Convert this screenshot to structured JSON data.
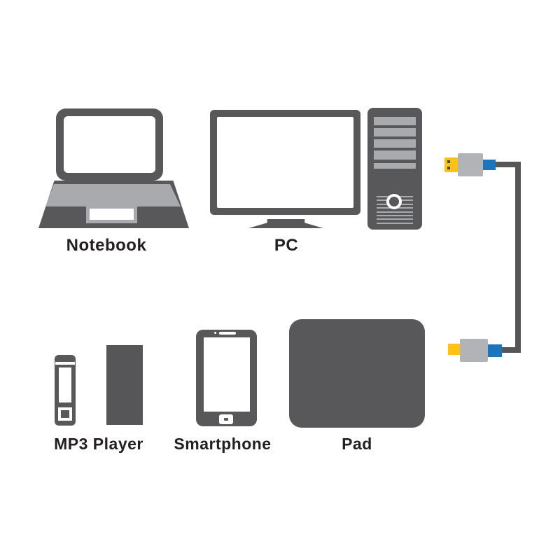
{
  "devices": [
    {
      "id": "notebook",
      "label": "Notebook",
      "icon": "laptop-icon"
    },
    {
      "id": "pc",
      "label": "PC",
      "icon": "desktop-computer-icon"
    },
    {
      "id": "mp3-player",
      "label": "MP3 Player",
      "icon": "mp3-player-icon"
    },
    {
      "id": "smartphone",
      "label": "Smartphone",
      "icon": "smartphone-icon"
    },
    {
      "id": "pad",
      "label": "Pad",
      "icon": "tablet-icon"
    }
  ],
  "cable": {
    "icon": "usb-cable-icon",
    "top_connector_icon": "usb-a-plug-icon",
    "bottom_connector_icon": "micro-usb-plug-icon"
  },
  "colors": {
    "background": "#ffffff",
    "device_dark_gray": "#58585b",
    "device_light_gray": "#a8aaad",
    "cable_gray": "#565659",
    "connector_gray": "#b1b3b6",
    "connector_yellow": "#ffc20e",
    "connector_blue": "#1c75bc",
    "label_text": "#231f20"
  }
}
